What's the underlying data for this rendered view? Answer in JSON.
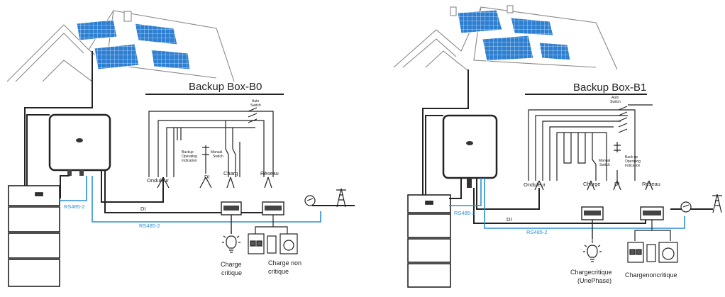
{
  "left": {
    "title": "Backup Box-B0",
    "auto_switch": [
      "Auto",
      "Switch"
    ],
    "manual_switch": [
      "Manual",
      "Switch"
    ],
    "indicator": [
      "Backup",
      "Operating",
      "Indication"
    ],
    "di_label": "DI",
    "onduleur": "Onduleur",
    "charg": "Charg",
    "reseau": "Réseau",
    "rs485_a": "RS485-2",
    "rs485_b": "RS485-2",
    "di_bottom": "DI",
    "critical_load": [
      "Charge",
      "critique"
    ],
    "noncritical_load": [
      "Charge  non",
      "critique"
    ]
  },
  "right": {
    "title": "Backup Box-B1",
    "auto_switch": [
      "Auto",
      "Switch"
    ],
    "manual_switch": [
      "Manual",
      "Switch"
    ],
    "indicator": [
      "Back up",
      "Operating",
      "Indication"
    ],
    "di_label": "DI",
    "onduleur": "Onduleur",
    "charge": "Charge",
    "reseau": "Réseau",
    "rs485_a": "RS485-2",
    "rs485_b": "RS485-2",
    "di_bottom": "DI",
    "critical_load": [
      "Chargecritique",
      "(UnePhase)"
    ],
    "noncritical_load": [
      "Chargenoncritique"
    ]
  },
  "colors": {
    "wire": "#222222",
    "comm": "#2a8fd6",
    "panel": "#2f7fd0"
  }
}
